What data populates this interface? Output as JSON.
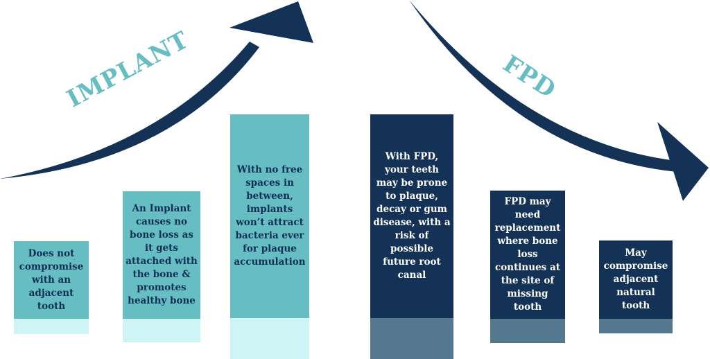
{
  "colors": {
    "navy": "#143156",
    "teal": "#66bdc2",
    "light_teal": "#cff4f6",
    "slate": "#54788d"
  },
  "implant": {
    "title": "IMPLANT",
    "columns": [
      {
        "text": "Does not compromise with an adjacent tooth"
      },
      {
        "text": "An Implant causes no bone loss as it gets attached with the bone & promotes healthy bone"
      },
      {
        "text": "With no free spaces in between, implants won’t attract bacteria ever for plaque accumulation"
      }
    ]
  },
  "fpd": {
    "title": "FPD",
    "columns": [
      {
        "text": "With FPD, your teeth may be prone to plaque, decay or gum disease, with a risk of possible future root canal"
      },
      {
        "text": "FPD may need replacement where bone loss continues at the site of missing tooth"
      },
      {
        "text": "May compromise adjacent natural tooth"
      }
    ]
  },
  "icons": {
    "implant_arrow": "upward-curved-arrow-icon",
    "fpd_arrow": "downward-curved-arrow-icon"
  }
}
